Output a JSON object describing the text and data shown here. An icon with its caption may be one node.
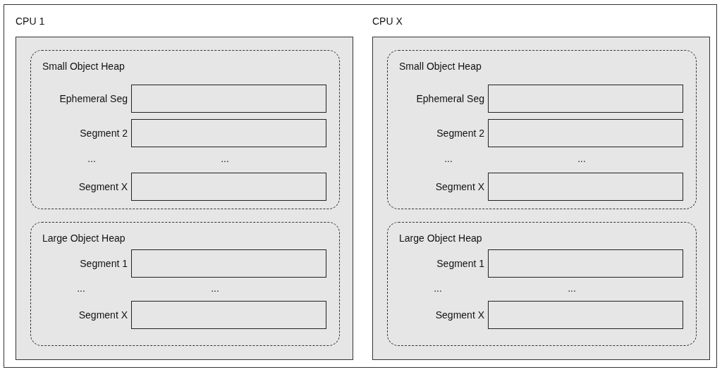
{
  "diagram": {
    "nodes": [
      {
        "text": [
          "CPU 1"
        ]
      },
      {
        "text": [
          "Small Object Heap"
        ],
        "in": 0
      },
      {
        "text": [],
        "shape": "box",
        "in": 1,
        "beside": [
          "Ephemeral Seg"
        ]
      },
      {
        "text": [],
        "shape": "box",
        "in": 1,
        "beside": [
          "Segment 2"
        ]
      },
      {
        "text": [],
        "shape": "box",
        "in": 1,
        "beside": [
          "Segment X"
        ]
      },
      {
        "text": [
          "Large Object Heap"
        ],
        "in": 0
      },
      {
        "text": [],
        "shape": "box",
        "in": 5,
        "beside": [
          "Segment 1"
        ]
      },
      {
        "text": [],
        "shape": "box",
        "in": 5,
        "beside": [
          "Segment X"
        ]
      },
      {
        "text": [
          "CPU X"
        ]
      },
      {
        "text": [
          "Small Object Heap"
        ],
        "in": 8
      },
      {
        "text": [],
        "shape": "box",
        "in": 9,
        "beside": [
          "Ephemeral Seg"
        ]
      },
      {
        "text": [],
        "shape": "box",
        "in": 9,
        "beside": [
          "Segment 2"
        ]
      },
      {
        "text": [],
        "shape": "box",
        "in": 9,
        "beside": [
          "Segment X"
        ]
      },
      {
        "text": [
          "Large Object Heap"
        ],
        "in": 8
      },
      {
        "text": [],
        "shape": "box",
        "in": 13,
        "beside": [
          "Segment 1"
        ]
      },
      {
        "text": [],
        "shape": "box",
        "in": 13,
        "beside": [
          "Segment X"
        ]
      }
    ],
    "labels": [
      "...",
      "...",
      "...",
      "...",
      "...",
      "...",
      "...",
      "..."
    ]
  }
}
